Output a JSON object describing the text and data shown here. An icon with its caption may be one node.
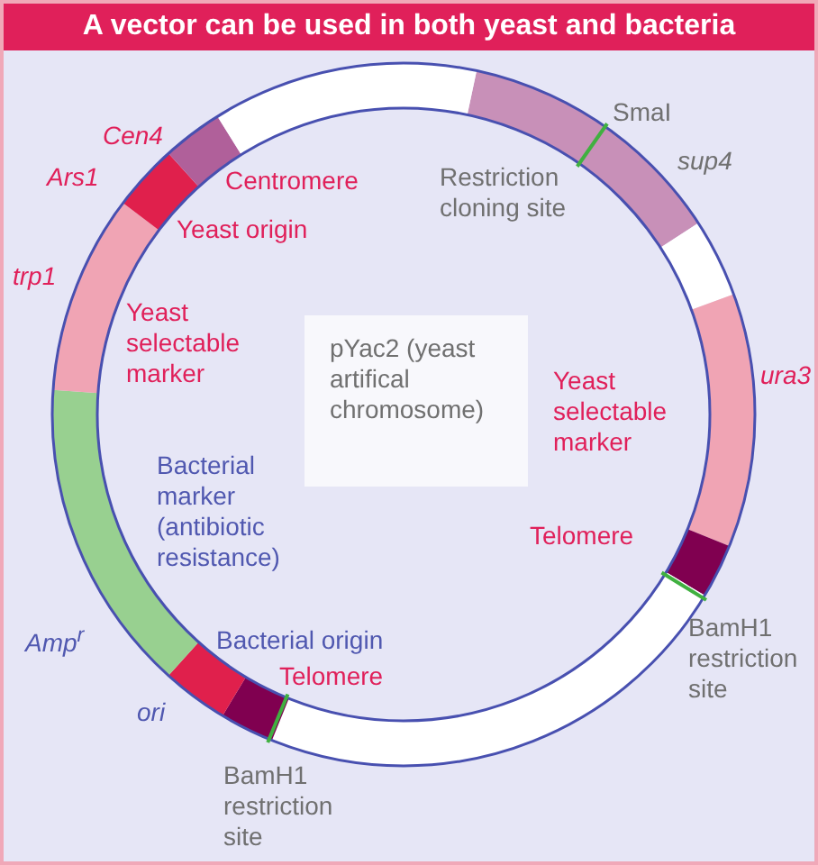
{
  "diagram": {
    "title": "A vector can be used in both yeast and bacteria",
    "nodes": [
      {
        "text": [
          "pYac2 (yeast artifical chromosome)"
        ]
      }
    ],
    "labels": [
      "Cen4",
      "Ars1",
      "Centromere",
      "Yeast origin",
      "trp1",
      "Yeast selectable marker",
      "Restriction cloning site",
      "SmaI",
      "sup4",
      "ura3",
      "Yeast selectable marker",
      "Telomere",
      "BamH1 restriction site",
      "Bacterial marker (antibiotic resistance)",
      "Amp$^{r}$",
      "Bacterial origin",
      "Telomere",
      "ori",
      "BamH1 restriction site"
    ]
  }
}
